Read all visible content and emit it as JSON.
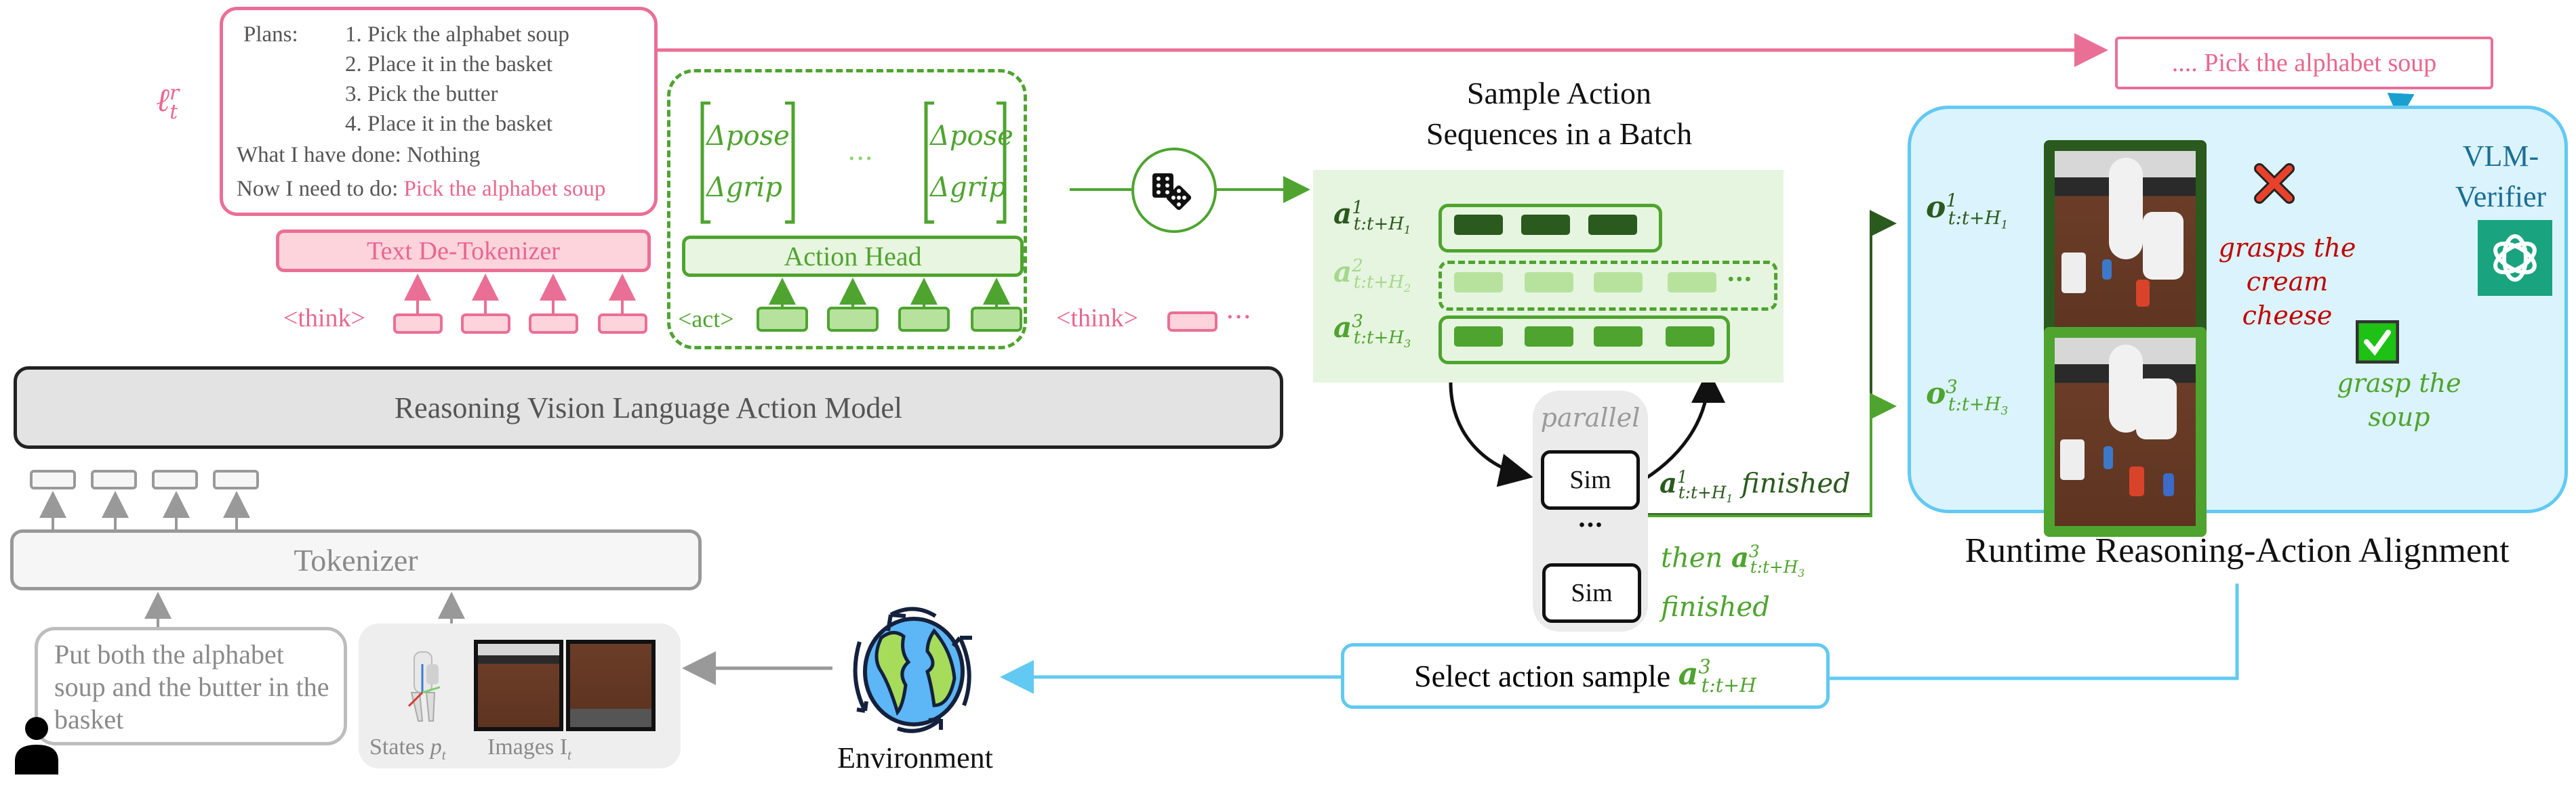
{
  "reasoning": {
    "symbol": "ℓ",
    "symbol_sup": "r",
    "symbol_sub": "t",
    "plans_label": "Plans:",
    "plans": [
      "1. Pick the alphabet soup",
      "2. Place it in the basket",
      "3. Pick the butter",
      "4. Place it in the basket"
    ],
    "done_label": "What I have done:",
    "done_value": "Nothing",
    "todo_label": "Now I need to do:",
    "todo_value": "Pick the alphabet soup"
  },
  "detokenizer": {
    "label": "Text De-Tokenizer",
    "think_tag": "<think>"
  },
  "action_head": {
    "label": "Action Head",
    "act_tag": "<act>",
    "vector_rows": [
      "Δpose",
      "Δgrip"
    ],
    "ellipsis": "···",
    "think_tag": "<think>",
    "trailing": "···"
  },
  "sampler": {
    "icon": "dice-icon"
  },
  "batch": {
    "title_line1": "Sample Action",
    "title_line2": "Sequences in a Batch",
    "sequences": [
      {
        "base": "a",
        "sup": "1",
        "sub": "t:t+H",
        "sub_idx": "1",
        "cells": 3,
        "style": "solid",
        "color": "#2a5a1e"
      },
      {
        "base": "a",
        "sup": "2",
        "sub": "t:t+H",
        "sub_idx": "2",
        "cells": 4,
        "style": "dashed",
        "color": "#a5d88e",
        "more": "···"
      },
      {
        "base": "a",
        "sup": "3",
        "sub": "t:t+H",
        "sub_idx": "3",
        "cells": 4,
        "style": "solid",
        "color": "#4ea42f"
      }
    ]
  },
  "simulation": {
    "parallel_label": "parallel",
    "sim_label": "Sim",
    "ellipsis": "···",
    "finished_1": {
      "base": "a",
      "sup": "1",
      "sub": "t:t+H",
      "sub_idx": "1",
      "text": "finished"
    },
    "finished_3": {
      "prefix": "then",
      "base": "a",
      "sup": "3",
      "sub": "t:t+H",
      "sub_idx": "3",
      "text": "finished"
    }
  },
  "vla_model": {
    "label": "Reasoning Vision Language Action Model"
  },
  "tokenizer": {
    "label": "Tokenizer"
  },
  "instruction": {
    "text": "Put both the alphabet soup and the butter in the basket",
    "icon": "user-icon"
  },
  "observations": {
    "states_label": "States",
    "states_sym": "p",
    "states_sub": "t",
    "images_label": "Images",
    "images_sym": "I",
    "images_sub": "t"
  },
  "environment": {
    "label": "Environment",
    "icon": "globe-icon"
  },
  "select": {
    "label": "Select action sample",
    "base": "a",
    "sup": "3",
    "sub": "t:t+H"
  },
  "verifier": {
    "reasoning_text": ".... Pick the alphabet soup",
    "title_line1": "VLM-",
    "title_line2": "Verifier",
    "icon": "openai-logo-icon",
    "observations": [
      {
        "base": "o",
        "sup": "1",
        "sub": "t:t+H",
        "sub_idx": "1",
        "verdict": "reject",
        "caption_line1": "grasps the",
        "caption_line2": "cream cheese"
      },
      {
        "base": "o",
        "sup": "3",
        "sub": "t:t+H",
        "sub_idx": "3",
        "verdict": "accept",
        "caption_line1": "grasp the",
        "caption_line2": "soup"
      }
    ],
    "section_label": "Runtime Reasoning-Action Alignment"
  },
  "colors": {
    "pink": "#ea6f96",
    "green": "#4ea42f",
    "dark_green": "#2a5a1e",
    "light_green": "#a5d88e",
    "blue": "#62c9f2",
    "verifier_bg": "#dbf3fc",
    "reject_red": "#c00000",
    "openai_teal": "#19a37f"
  }
}
